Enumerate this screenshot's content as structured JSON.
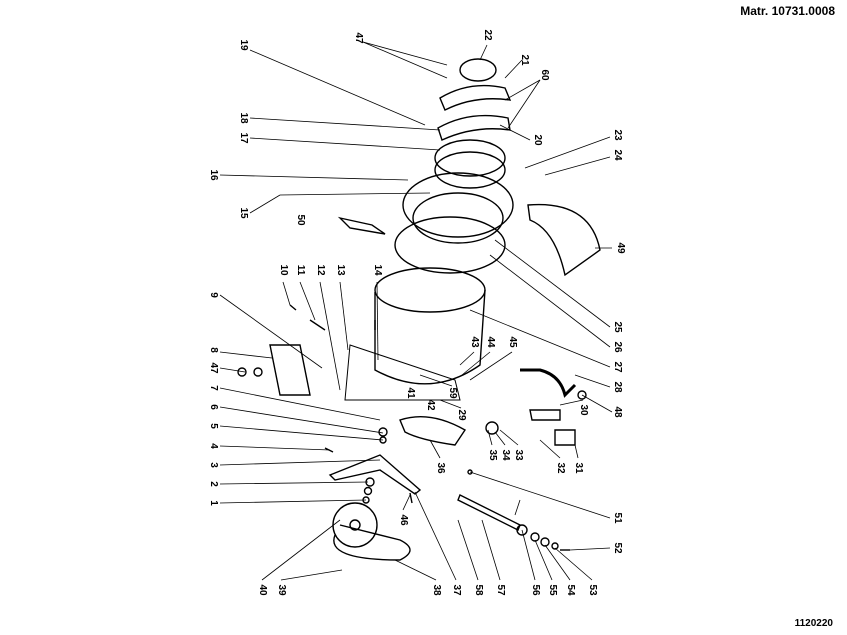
{
  "header": {
    "title": "Matr. 10731.0008"
  },
  "footer": {
    "code": "1120220"
  },
  "callouts": [
    "19",
    "47",
    "22",
    "21",
    "60",
    "18",
    "17",
    "20",
    "23",
    "24",
    "16",
    "15",
    "50",
    "49",
    "10",
    "11",
    "12",
    "13",
    "14",
    "9",
    "8",
    "47",
    "43",
    "44",
    "45",
    "25",
    "26",
    "27",
    "28",
    "48",
    "7",
    "41",
    "59",
    "42",
    "29",
    "6",
    "5",
    "4",
    "30",
    "36",
    "35",
    "34",
    "33",
    "32",
    "31",
    "3",
    "2",
    "1",
    "46",
    "51",
    "52",
    "40",
    "39",
    "38",
    "37",
    "58",
    "57",
    "56",
    "55",
    "54",
    "53"
  ]
}
